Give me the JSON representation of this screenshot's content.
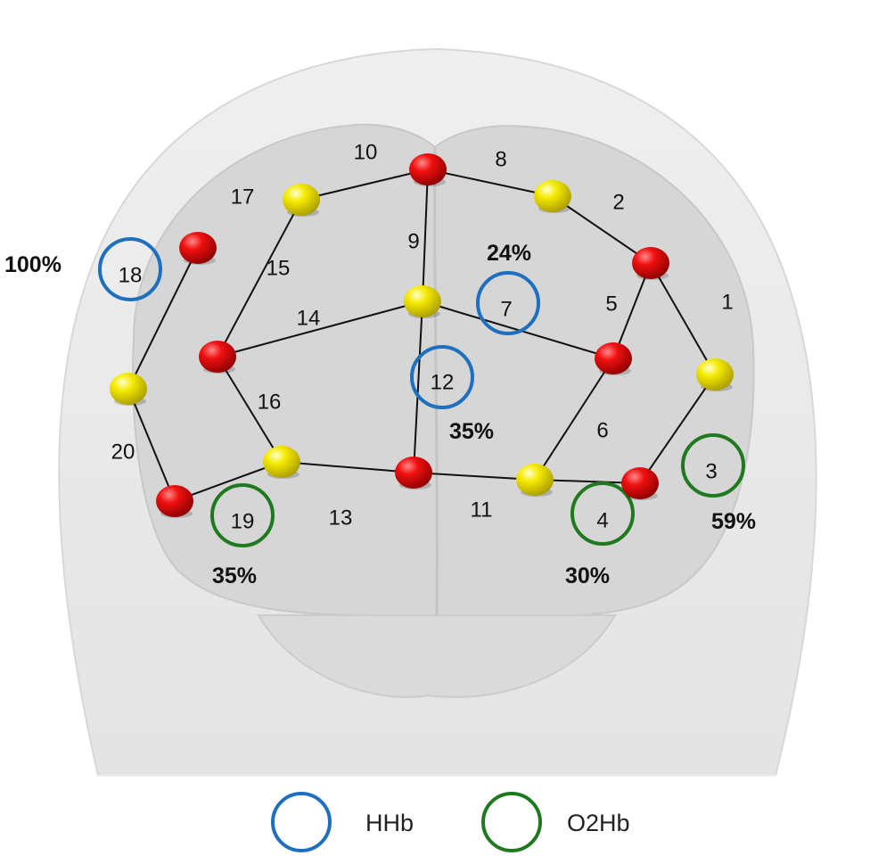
{
  "colors": {
    "source": "#e60000",
    "detector": "#f2e600",
    "hhb": "#1f6fbf",
    "o2hb": "#1f7a1f",
    "line": "#111111"
  },
  "channels": [
    {
      "id": "1",
      "label": "1"
    },
    {
      "id": "2",
      "label": "2"
    },
    {
      "id": "3",
      "label": "3",
      "highlight": "o2hb"
    },
    {
      "id": "4",
      "label": "4",
      "highlight": "o2hb"
    },
    {
      "id": "5",
      "label": "5"
    },
    {
      "id": "6",
      "label": "6"
    },
    {
      "id": "7",
      "label": "7",
      "highlight": "hhb"
    },
    {
      "id": "8",
      "label": "8"
    },
    {
      "id": "9",
      "label": "9"
    },
    {
      "id": "10",
      "label": "10"
    },
    {
      "id": "11",
      "label": "11"
    },
    {
      "id": "12",
      "label": "12",
      "highlight": "hhb"
    },
    {
      "id": "13",
      "label": "13"
    },
    {
      "id": "14",
      "label": "14"
    },
    {
      "id": "15",
      "label": "15"
    },
    {
      "id": "16",
      "label": "16"
    },
    {
      "id": "17",
      "label": "17"
    },
    {
      "id": "18",
      "label": "18",
      "highlight": "hhb"
    },
    {
      "id": "19",
      "label": "19",
      "highlight": "o2hb"
    },
    {
      "id": "20",
      "label": "20"
    }
  ],
  "percentages": {
    "ch18": "100%",
    "ch7": "24%",
    "ch12": "35%",
    "ch19": "35%",
    "ch4": "30%",
    "ch3": "59%"
  },
  "legend": {
    "hhb": "HHb",
    "o2hb": "O2Hb"
  }
}
